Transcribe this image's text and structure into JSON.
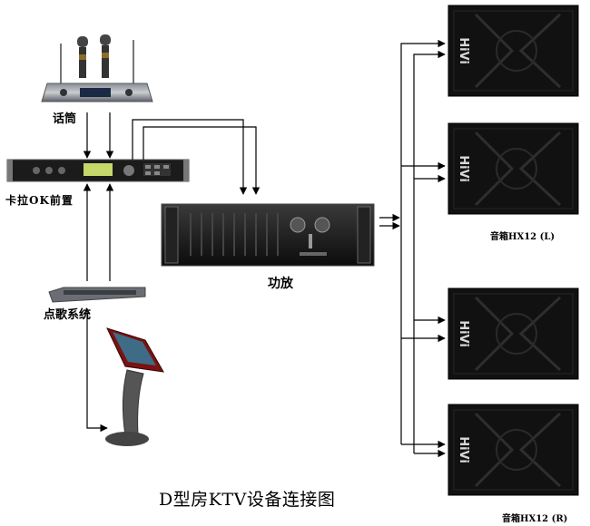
{
  "title": "D型房KTV设备连接图",
  "devices": {
    "microphone": {
      "label": "话筒",
      "icon": "wireless-microphone-receiver-icon"
    },
    "preamp": {
      "label": "卡拉OK前置",
      "icon": "karaoke-preamp-icon"
    },
    "amplifier": {
      "label": "功放",
      "icon": "power-amplifier-icon"
    },
    "song_system": {
      "label": "点歌系统",
      "icon": "song-request-system-icon"
    },
    "touch_screen": {
      "icon": "touch-screen-kiosk-icon"
    },
    "speakers": [
      {
        "brand": "HiVi",
        "icon": "speaker-cabinet-icon"
      },
      {
        "brand": "HiVi",
        "icon": "speaker-cabinet-icon"
      },
      {
        "brand": "HiVi",
        "icon": "speaker-cabinet-icon"
      },
      {
        "brand": "HiVi",
        "icon": "speaker-cabinet-icon"
      }
    ],
    "speaker_left_label": "音箱HX12 (L)",
    "speaker_right_label": "音箱HX12 (R)"
  },
  "colors": {
    "line": "#000000",
    "cabinet": "#111111",
    "background": "#ffffff"
  }
}
